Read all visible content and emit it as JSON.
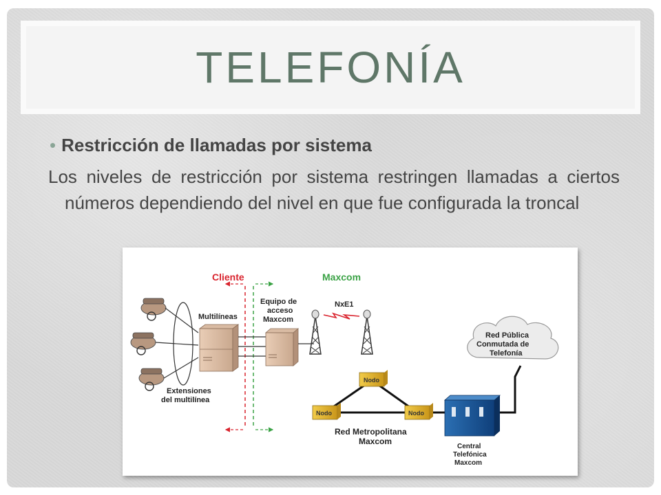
{
  "slide": {
    "title": "TELEFONÍA",
    "bullet": "Restricción de llamadas por sistema",
    "body": "Los niveles de restricción por sistema restringen llamadas a ciertos números dependiendo del nivel en que fue configurada la troncal"
  },
  "diagram": {
    "cliente_label": "Cliente",
    "maxcom_label": "Maxcom",
    "multilineas_label": "Multilíneas",
    "equipo_line1": "Equipo de",
    "equipo_line2": "acceso",
    "equipo_line3": "Maxcom",
    "nxe1_label": "NxE1",
    "red_publica_line1": "Red Pública",
    "red_publica_line2": "Conmutada de",
    "red_publica_line3": "Telefonía",
    "extensiones_line1": "Extensiones",
    "extensiones_line2": "del multilínea",
    "nodo_top": "Nodo",
    "nodo_left": "Nodo",
    "nodo_right": "Nodo",
    "red_metro_line1": "Red Metropolitana",
    "red_metro_line2": "Maxcom",
    "central_line1": "Central",
    "central_line2": "Telefónica",
    "central_line3": "Maxcom",
    "colors": {
      "cliente": "#d9232d",
      "maxcom": "#3aa245",
      "nodo": "#e6b422"
    }
  }
}
